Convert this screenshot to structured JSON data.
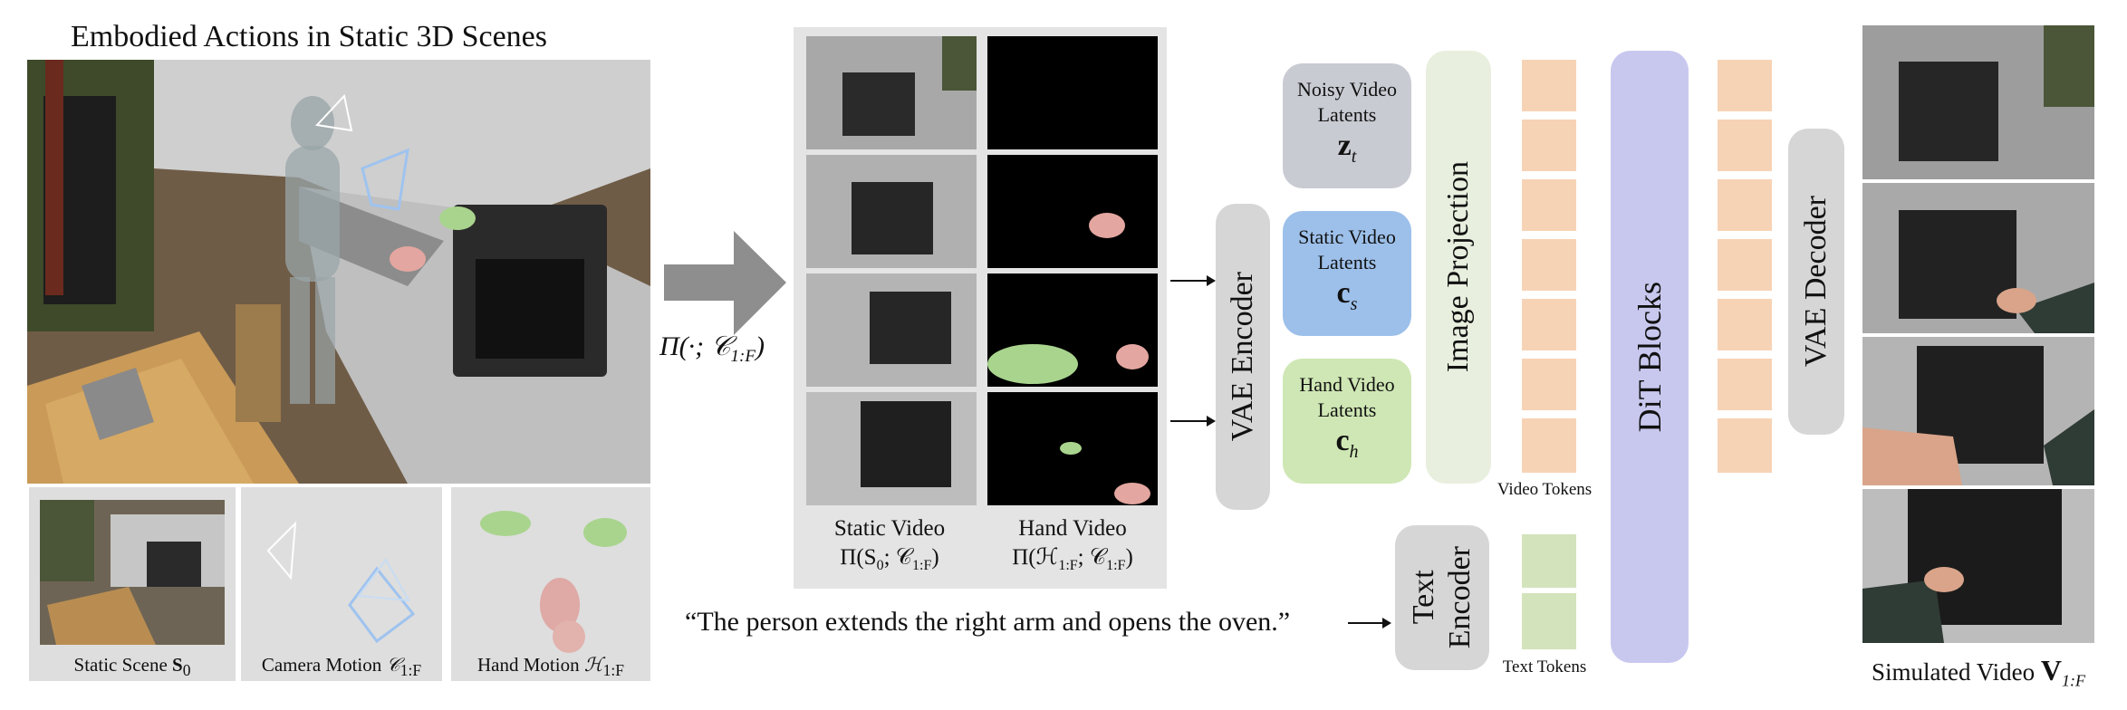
{
  "left_panel": {
    "title": "Embodied Actions in Static 3D Scenes",
    "insets": [
      {
        "label_text": "Static Scene ",
        "label_math": "S",
        "label_sub": "0"
      },
      {
        "label_text": "Camera Motion ",
        "label_math": "𝒞",
        "label_sub": "1:F"
      },
      {
        "label_text": "Hand Motion ",
        "label_math": "ℋ",
        "label_sub": "1:F"
      }
    ]
  },
  "projection_label": "Π(·; 𝒞",
  "projection_sub": "1:F",
  "projection_close": ")",
  "video_panel": {
    "static_caption": "Static Video",
    "static_formula": "Π(S",
    "static_formula_sub": "0",
    "static_formula_rest": "; 𝒞",
    "static_formula_sub2": "1:F",
    "static_formula_close": ")",
    "hand_caption": "Hand Video",
    "hand_formula": "Π(ℋ",
    "hand_formula_sub": "1:F",
    "hand_formula_rest": "; 𝒞",
    "hand_formula_sub2": "1:F",
    "hand_formula_close": ")"
  },
  "vae_encoder": "VAE Encoder",
  "latents": [
    {
      "line1": "Noisy Video",
      "line2": "Latents",
      "symbol": "z",
      "sub": "t",
      "color": "#c9cbd3"
    },
    {
      "line1": "Static Video",
      "line2": "Latents",
      "symbol": "c",
      "sub": "s",
      "color": "#9dc0ea"
    },
    {
      "line1": "Hand Video",
      "line2": "Latents",
      "symbol": "c",
      "sub": "h",
      "color": "#cfe7b4"
    }
  ],
  "image_projection": "Image Projection",
  "video_tokens_label": "Video Tokens",
  "text_tokens_label": "Text Tokens",
  "dit_blocks": "DiT Blocks",
  "vae_decoder": "VAE Decoder",
  "text_encoder_line1": "Text",
  "text_encoder_line2": "Encoder",
  "prompt": "“The person extends the right arm and opens the oven.”",
  "output_caption": "Simulated Video ",
  "output_symbol": "V",
  "output_sub": "1:F",
  "colors": {
    "token_orange": "#f7d3b6",
    "token_green": "#d3e3bb",
    "dit": "#c8c8ef",
    "image_projection": "#e8efde",
    "gray_block": "#d6d6d6",
    "panel_bg": "#e4e4e4"
  }
}
